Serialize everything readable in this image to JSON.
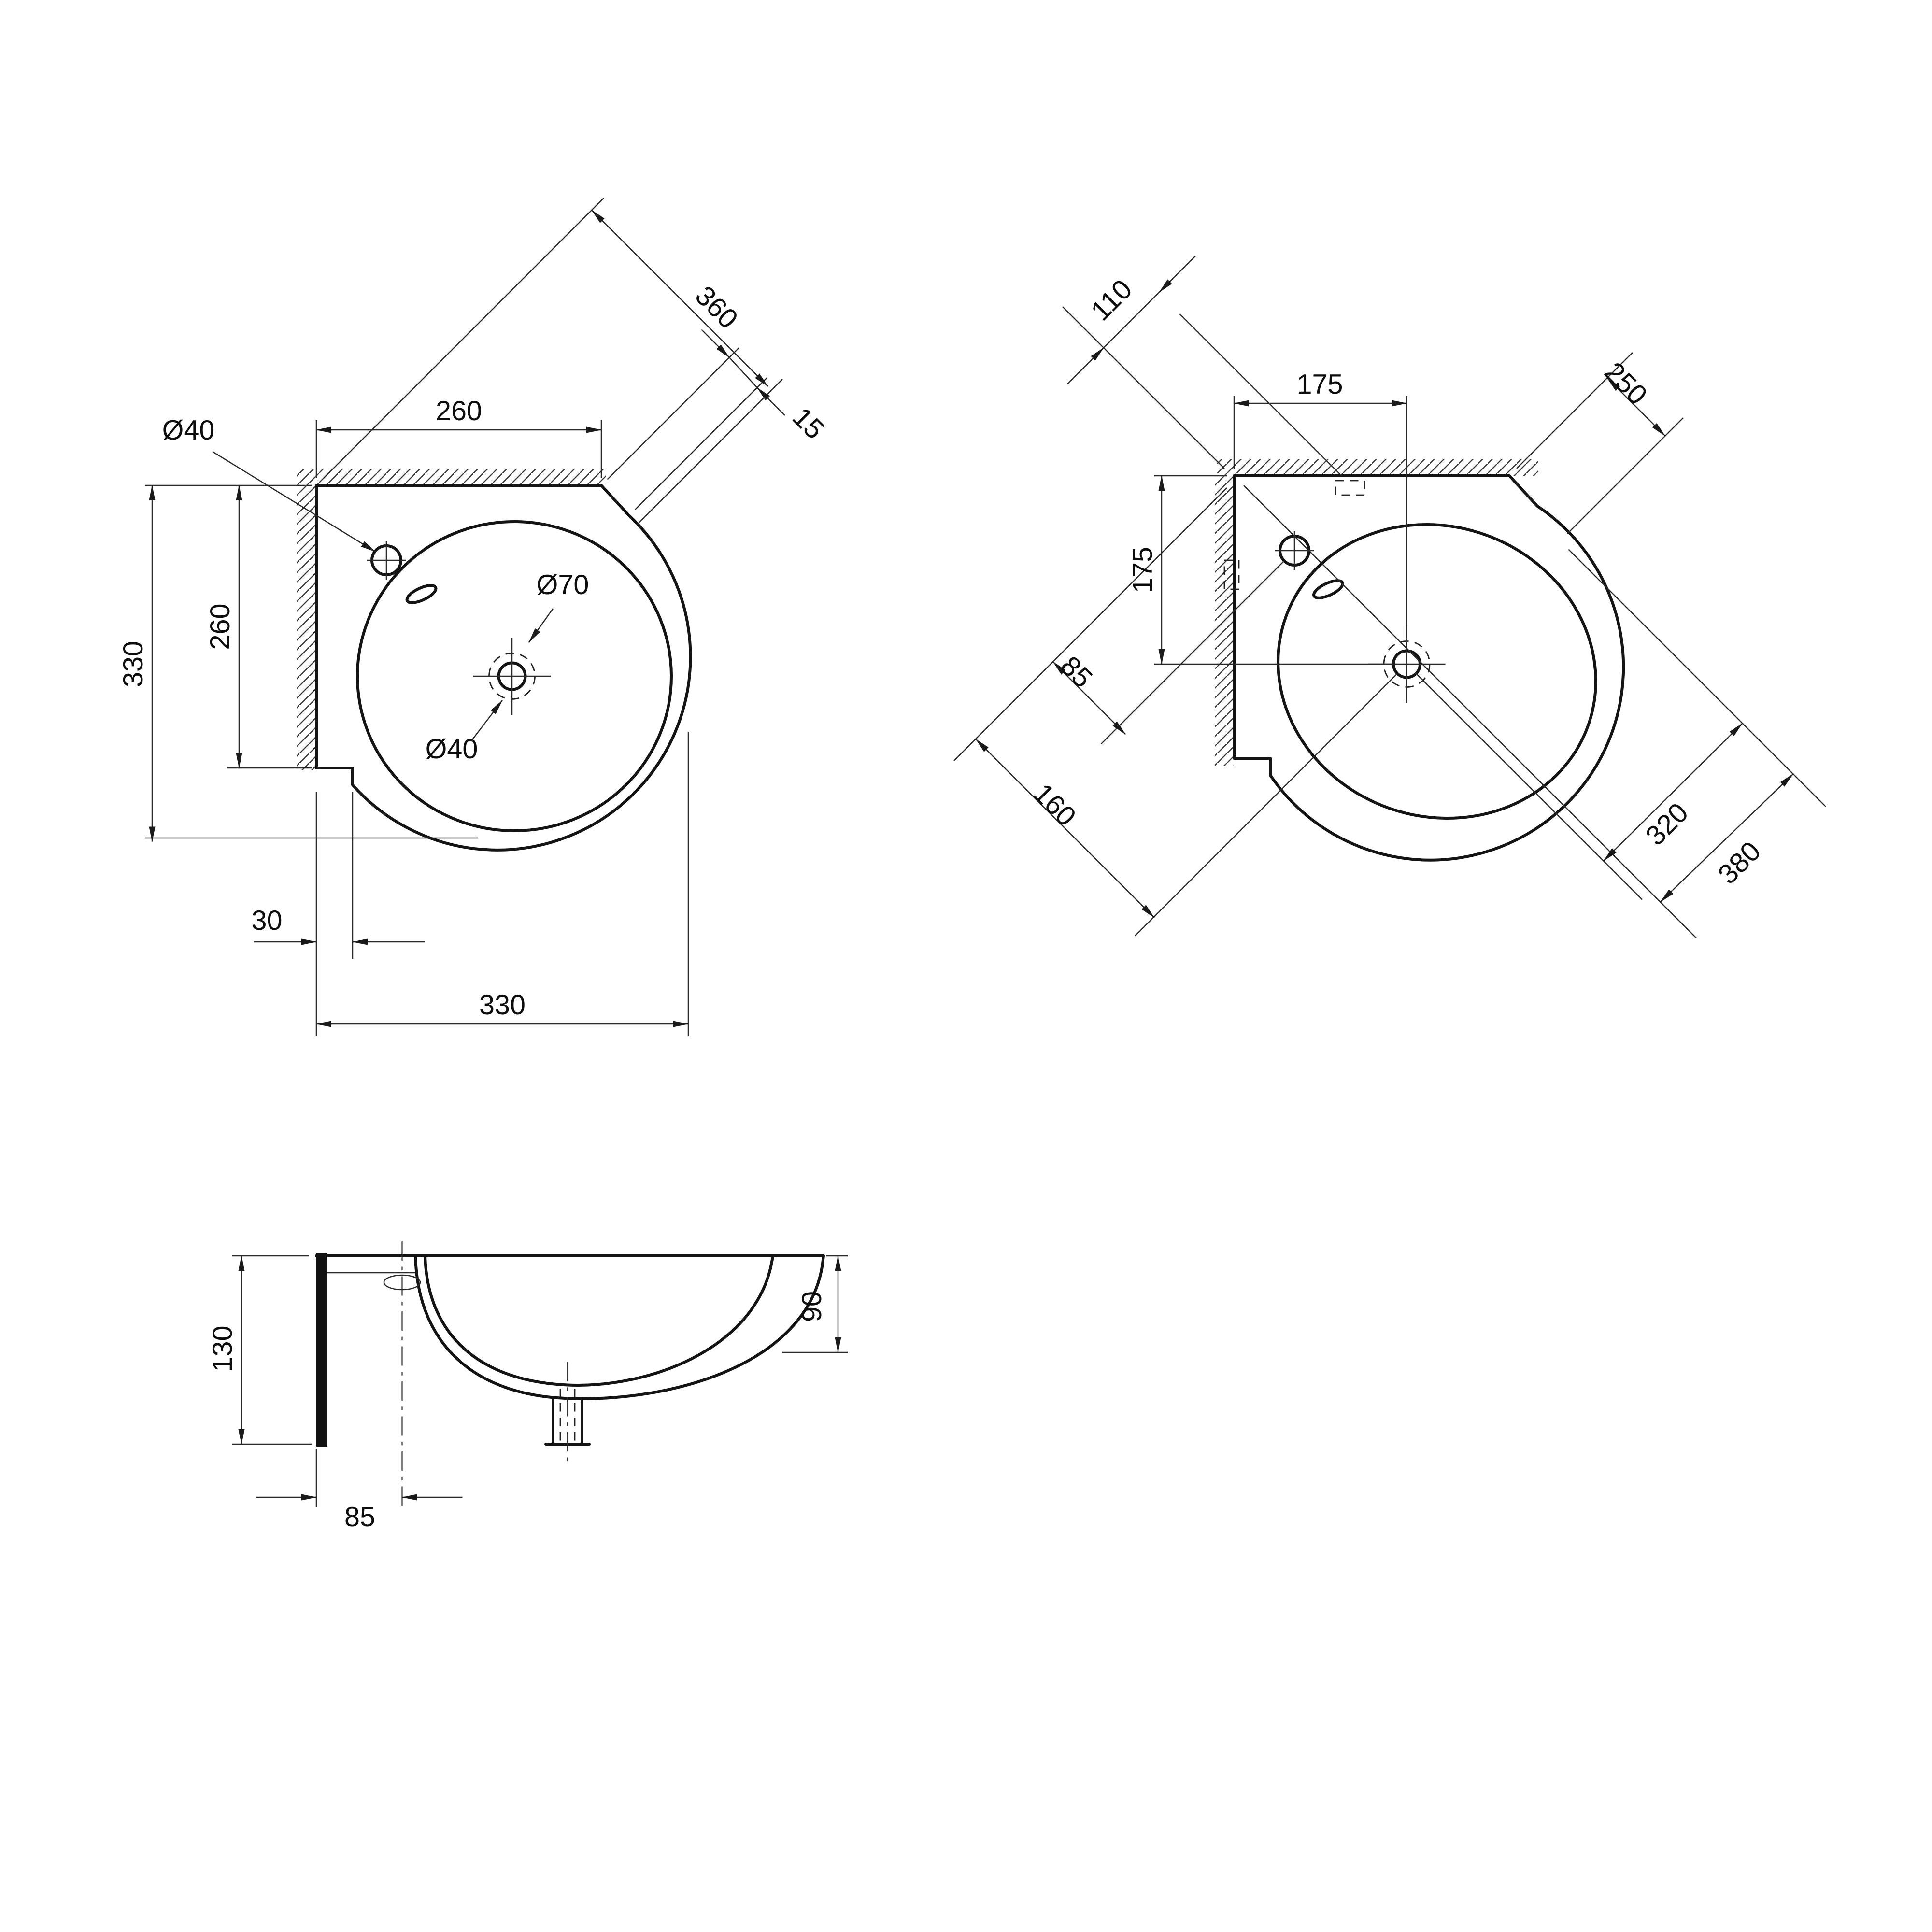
{
  "views": {
    "top": {
      "width_top": "260",
      "diagonal_width": "360",
      "corner_chamfer": "15",
      "faucet_hole_dia": "Ø40",
      "overall_depth": "330",
      "inner_depth": "260",
      "drain_recess_dia": "Ø70",
      "drain_hole_dia": "Ø40",
      "side_step": "30",
      "overall_width": "330"
    },
    "corner": {
      "wall_hole_offset": "110",
      "drain_offset_x": "175",
      "rim_diagonal": "250",
      "drain_offset_y": "175",
      "faucet_wall_distance": "85",
      "drain_wall_distance": "160",
      "bowl_diagonal": "320",
      "overall_diagonal": "380"
    },
    "side": {
      "overall_height": "130",
      "bowl_depth": "90",
      "faucet_wall_offset": "85"
    }
  }
}
